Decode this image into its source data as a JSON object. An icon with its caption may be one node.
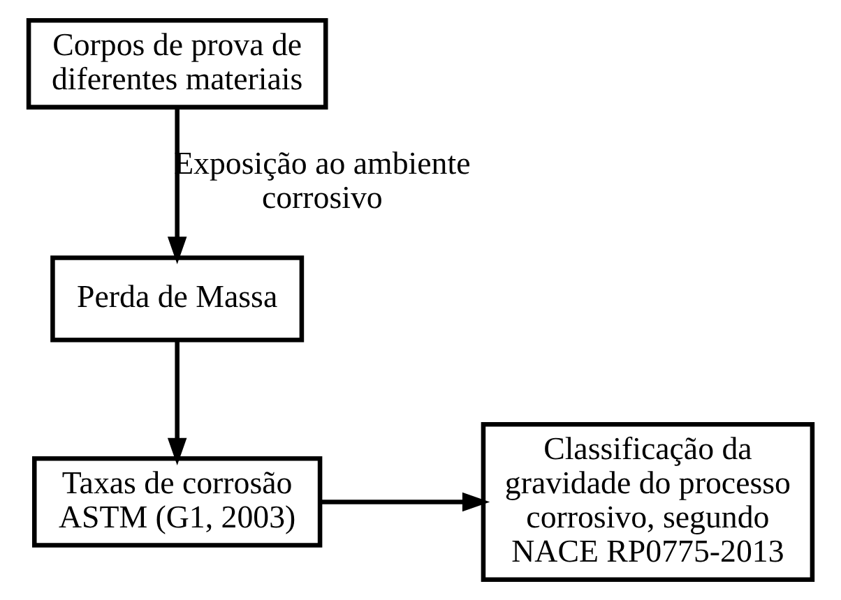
{
  "diagram": {
    "nodes": [
      {
        "text": [
          "Corpos de prova de diferentes materiais"
        ]
      },
      {
        "text": [
          "Perda de Massa"
        ]
      },
      {
        "text": [
          "Taxas de corrosão ASTM (G1, 2003)"
        ]
      },
      {
        "text": [
          "Classificação da gravidade do processo corrosivo, segundo NACE RP0775-2013"
        ]
      }
    ],
    "edges": [
      {
        "from": 0,
        "to": 1,
        "arrow": "to",
        "label": "Exposição ao ambiente corrosivo"
      },
      {
        "from": 1,
        "to": 2,
        "arrow": "to"
      },
      {
        "from": 2,
        "to": 3,
        "arrow": "to"
      }
    ]
  }
}
